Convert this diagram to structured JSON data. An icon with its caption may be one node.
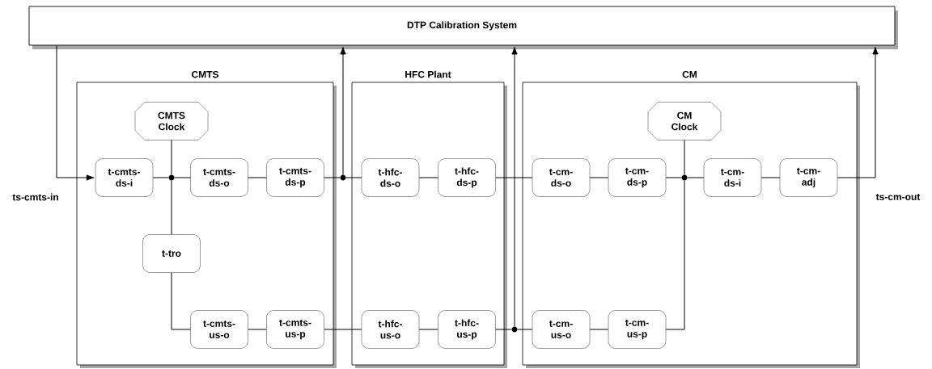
{
  "diagram": {
    "nodes": [
      {
        "text": [
          "DTP Calibration System"
        ]
      },
      {
        "text": [
          "CMTS"
        ]
      },
      {
        "text": [
          "HFC Plant"
        ]
      },
      {
        "text": [
          "CM"
        ]
      },
      {
        "text": [
          "CMTS Clock"
        ],
        "in": 1
      },
      {
        "text": [
          "t-cmts-ds-i"
        ],
        "in": 1
      },
      {
        "text": [
          "t-cmts-ds-o"
        ],
        "in": 1
      },
      {
        "text": [
          "t-cmts-ds-p"
        ],
        "in": 1
      },
      {
        "text": [
          "t-tro"
        ],
        "in": 1
      },
      {
        "text": [
          "t-cmts-us-o"
        ],
        "in": 1
      },
      {
        "text": [
          "t-cmts-us-p"
        ],
        "in": 1
      },
      {
        "text": [
          "t-hfc-ds-o"
        ],
        "in": 2
      },
      {
        "text": [
          "t-hfc-ds-p"
        ],
        "in": 2
      },
      {
        "text": [
          "t-hfc-us-o"
        ],
        "in": 2
      },
      {
        "text": [
          "t-hfc-us-p"
        ],
        "in": 2
      },
      {
        "text": [
          "CM Clock"
        ],
        "in": 3
      },
      {
        "text": [
          "t-cm-ds-o"
        ],
        "in": 3
      },
      {
        "text": [
          "t-cm-ds-p"
        ],
        "in": 3
      },
      {
        "text": [
          "t-cm-ds-i"
        ],
        "in": 3
      },
      {
        "text": [
          "t-cm-adj"
        ],
        "in": 3
      },
      {
        "text": [
          "t-cm-us-o"
        ],
        "in": 3
      },
      {
        "text": [
          "t-cm-us-p"
        ],
        "in": 3
      },
      {
        "text": [],
        "shape": "circle",
        "in": 1
      },
      {
        "text": [],
        "shape": "circle"
      },
      {
        "text": [],
        "shape": "circle"
      },
      {
        "text": [],
        "shape": "circle",
        "in": 3
      }
    ],
    "edges": [
      {
        "from": 0,
        "to": 5,
        "arrow": "to",
        "label": "ts-cmts-in"
      },
      {
        "from": 5,
        "to": 22,
        "arrow": "none"
      },
      {
        "from": 4,
        "to": 22,
        "arrow": "none"
      },
      {
        "from": 22,
        "to": 6,
        "arrow": "none"
      },
      {
        "from": 22,
        "to": 8,
        "arrow": "none"
      },
      {
        "from": 6,
        "to": 7,
        "arrow": "none"
      },
      {
        "from": 7,
        "to": 23,
        "arrow": "none"
      },
      {
        "from": 23,
        "to": 0,
        "arrow": "to"
      },
      {
        "from": 23,
        "to": 11,
        "arrow": "none"
      },
      {
        "from": 11,
        "to": 12,
        "arrow": "none"
      },
      {
        "from": 12,
        "to": 16,
        "arrow": "none"
      },
      {
        "from": 16,
        "to": 17,
        "arrow": "none"
      },
      {
        "from": 17,
        "to": 25,
        "arrow": "none"
      },
      {
        "from": 15,
        "to": 25,
        "arrow": "none"
      },
      {
        "from": 25,
        "to": 18,
        "arrow": "none"
      },
      {
        "from": 18,
        "to": 19,
        "arrow": "none"
      },
      {
        "from": 19,
        "to": 0,
        "arrow": "to",
        "label": "ts-cm-out"
      },
      {
        "from": 8,
        "to": 9,
        "arrow": "none"
      },
      {
        "from": 9,
        "to": 10,
        "arrow": "none"
      },
      {
        "from": 10,
        "to": 13,
        "arrow": "none"
      },
      {
        "from": 13,
        "to": 14,
        "arrow": "none"
      },
      {
        "from": 14,
        "to": 24,
        "arrow": "none"
      },
      {
        "from": 24,
        "to": 0,
        "arrow": "to"
      },
      {
        "from": 24,
        "to": 20,
        "arrow": "none"
      },
      {
        "from": 20,
        "to": 21,
        "arrow": "none"
      },
      {
        "from": 21,
        "to": 25,
        "arrow": "none"
      }
    ]
  }
}
